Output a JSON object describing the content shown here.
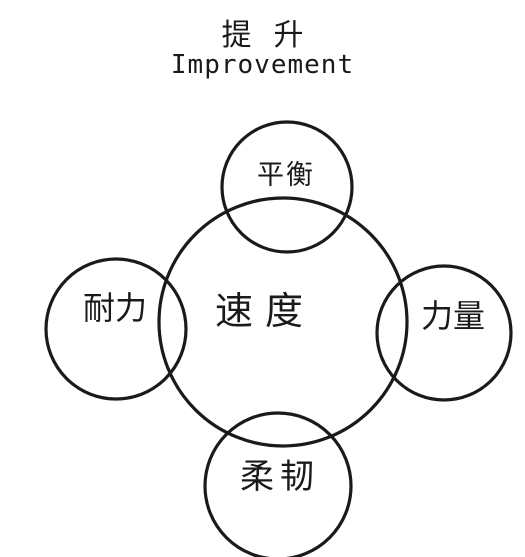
{
  "title": {
    "chinese": "提升",
    "english": "Improvement"
  },
  "center": {
    "label": "速度"
  },
  "nodes": {
    "top": {
      "label": "平衡"
    },
    "left": {
      "label": "耐力"
    },
    "right": {
      "label": "力量"
    },
    "bottom": {
      "label": "柔韧"
    }
  },
  "colors": {
    "ink": "#1a1a1a",
    "paper": "#ffffff"
  }
}
